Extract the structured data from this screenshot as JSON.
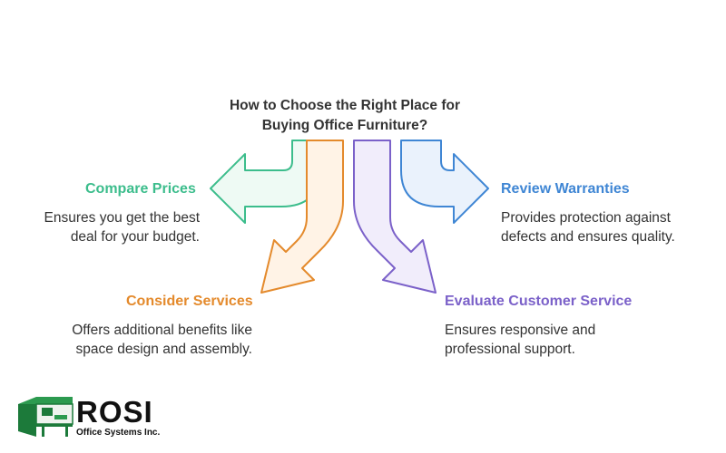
{
  "title": {
    "line1": "How to Choose the Right Place for",
    "line2": "Buying Office Furniture?"
  },
  "items": [
    {
      "key": "compare",
      "heading": "Compare Prices",
      "color": "#3cbd8c",
      "desc1": "Ensures you get the best",
      "desc2": "deal for your budget."
    },
    {
      "key": "services",
      "heading": "Consider Services",
      "color": "#e48a2c",
      "desc1": "Offers additional benefits like",
      "desc2": "space design and assembly."
    },
    {
      "key": "customer",
      "heading": "Evaluate Customer Service",
      "color": "#7b61c9",
      "desc1": "Ensures responsive and",
      "desc2": "professional support."
    },
    {
      "key": "warranties",
      "heading": "Review Warranties",
      "color": "#3f86d4",
      "desc1": "Provides protection against",
      "desc2": "defects and ensures quality."
    }
  ],
  "logo": {
    "word": "ROSI",
    "subtitle": "Office Systems Inc.",
    "brand_color": "#1c7a3a"
  },
  "text_color": "#333333"
}
